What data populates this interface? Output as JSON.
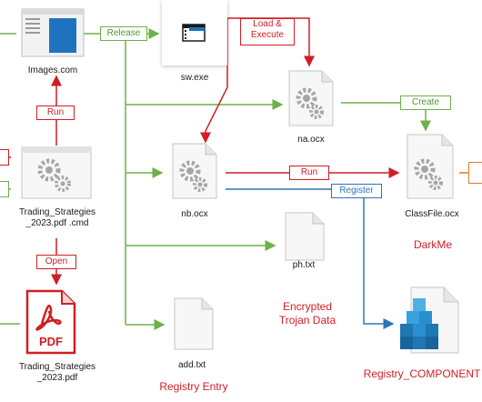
{
  "nodes": {
    "images_com": "Images.com",
    "sw_exe": "sw.exe",
    "na_ocx": "na.ocx",
    "trading_cmd": "Trading_Strategies\n_2023.pdf .cmd",
    "nb_ocx": "nb.ocx",
    "classfile_ocx": "ClassFile.ocx",
    "ph_txt": "ph.txt",
    "trading_pdf": "Trading_Strategies\n_2023.pdf",
    "add_txt": "add.txt",
    "pdf_label": "PDF"
  },
  "edges": {
    "release": "Release",
    "load_execute": "Load &\nExecute",
    "run_top": "Run",
    "create": "Create",
    "run_mid": "Run",
    "register": "Register",
    "open": "Open"
  },
  "annotations": {
    "darkme": "DarkMe",
    "encrypted": "Encrypted\nTrojan Data",
    "registry_component": "Registry_COMPONENT",
    "registry_entry": "Registry Entry"
  },
  "colors": {
    "green": "#6fb04a",
    "red": "#d01e24",
    "blue": "#2e75b6",
    "orange": "#e07b29"
  }
}
